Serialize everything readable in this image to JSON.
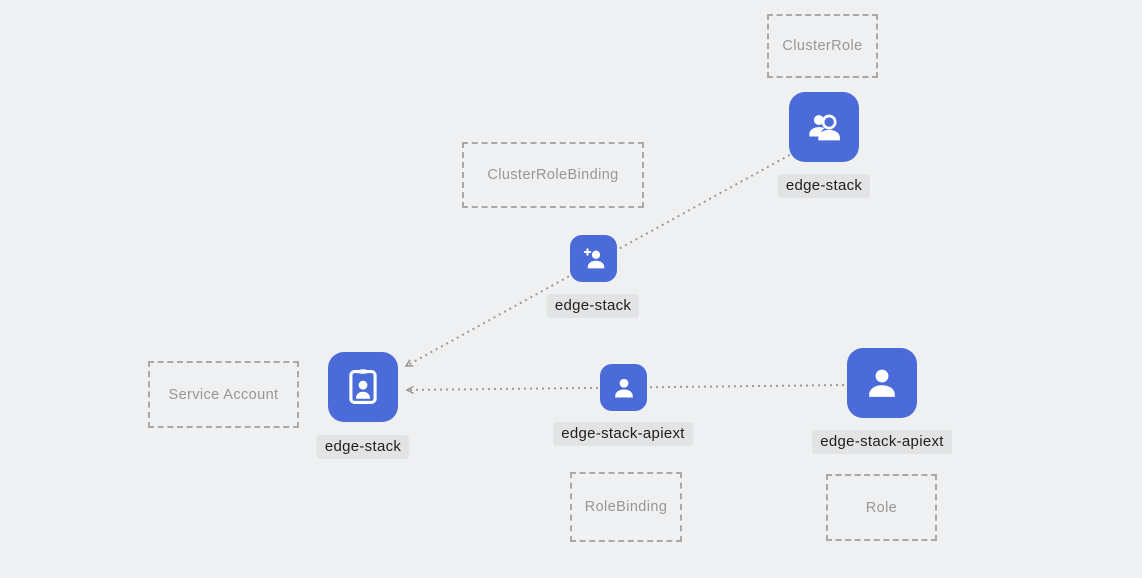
{
  "canvas": {
    "background": "#eff0f1"
  },
  "colors": {
    "node_blue": "#4a6bd8",
    "node_icon": "#ffffff",
    "label_bg": "#e2e3e4",
    "label_text": "#1e1e1e",
    "box_border": "#a9a9a9",
    "box_text": "#979797",
    "edge": "#9b9b9b"
  },
  "diagram": {
    "boxes": [
      {
        "id": "clusterrole-box",
        "label": "ClusterRole"
      },
      {
        "id": "clusterrolebinding-box",
        "label": "ClusterRoleBinding"
      },
      {
        "id": "serviceaccount-box",
        "label": "Service Account"
      },
      {
        "id": "rolebinding-box",
        "label": "RoleBinding"
      },
      {
        "id": "role-box",
        "label": "Role"
      }
    ],
    "nodes": [
      {
        "id": "clusterrole-node",
        "kind": "ClusterRole",
        "label": "edge-stack",
        "icon": "users-icon",
        "size": "large"
      },
      {
        "id": "clusterrolebinding-node",
        "kind": "ClusterRoleBinding",
        "label": "edge-stack",
        "icon": "user-plus-icon",
        "size": "small"
      },
      {
        "id": "serviceaccount-node",
        "kind": "ServiceAccount",
        "label": "edge-stack",
        "icon": "id-badge-icon",
        "size": "large"
      },
      {
        "id": "rolebinding-node",
        "kind": "RoleBinding",
        "label": "edge-stack-apiext",
        "icon": "user-icon",
        "size": "small"
      },
      {
        "id": "role-node",
        "kind": "Role",
        "label": "edge-stack-apiext",
        "icon": "user-icon",
        "size": "large"
      }
    ],
    "edges": [
      {
        "from": "clusterrole-node",
        "through": "clusterrolebinding-node",
        "to": "serviceaccount-node",
        "style": "dotted",
        "arrow": "at-target"
      },
      {
        "from": "role-node",
        "through": "rolebinding-node",
        "to": "serviceaccount-node",
        "style": "dotted",
        "arrow": "at-target"
      }
    ]
  }
}
